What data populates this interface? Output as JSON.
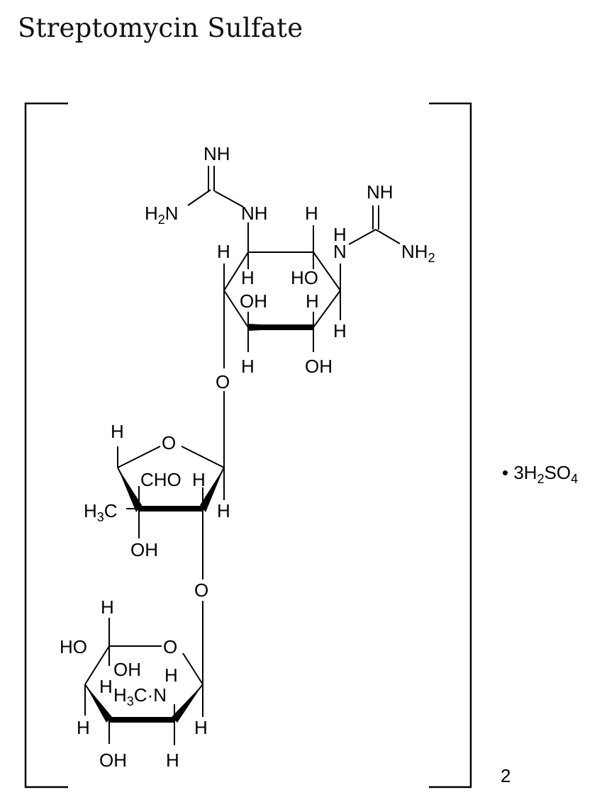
{
  "title": "Streptomycin Sulfate",
  "labels": {
    "NH": "NH",
    "N": "N",
    "H": "H",
    "H2N": "H₂N",
    "NH2": "NH₂",
    "HO": "HO",
    "OH": "OH",
    "O": "O",
    "CHO": "CHO",
    "H3C": "H₃C",
    "H3C_dot_N": "H₃C·N"
  },
  "salt": "• 3H₂SO₄",
  "multiplier": "2"
}
